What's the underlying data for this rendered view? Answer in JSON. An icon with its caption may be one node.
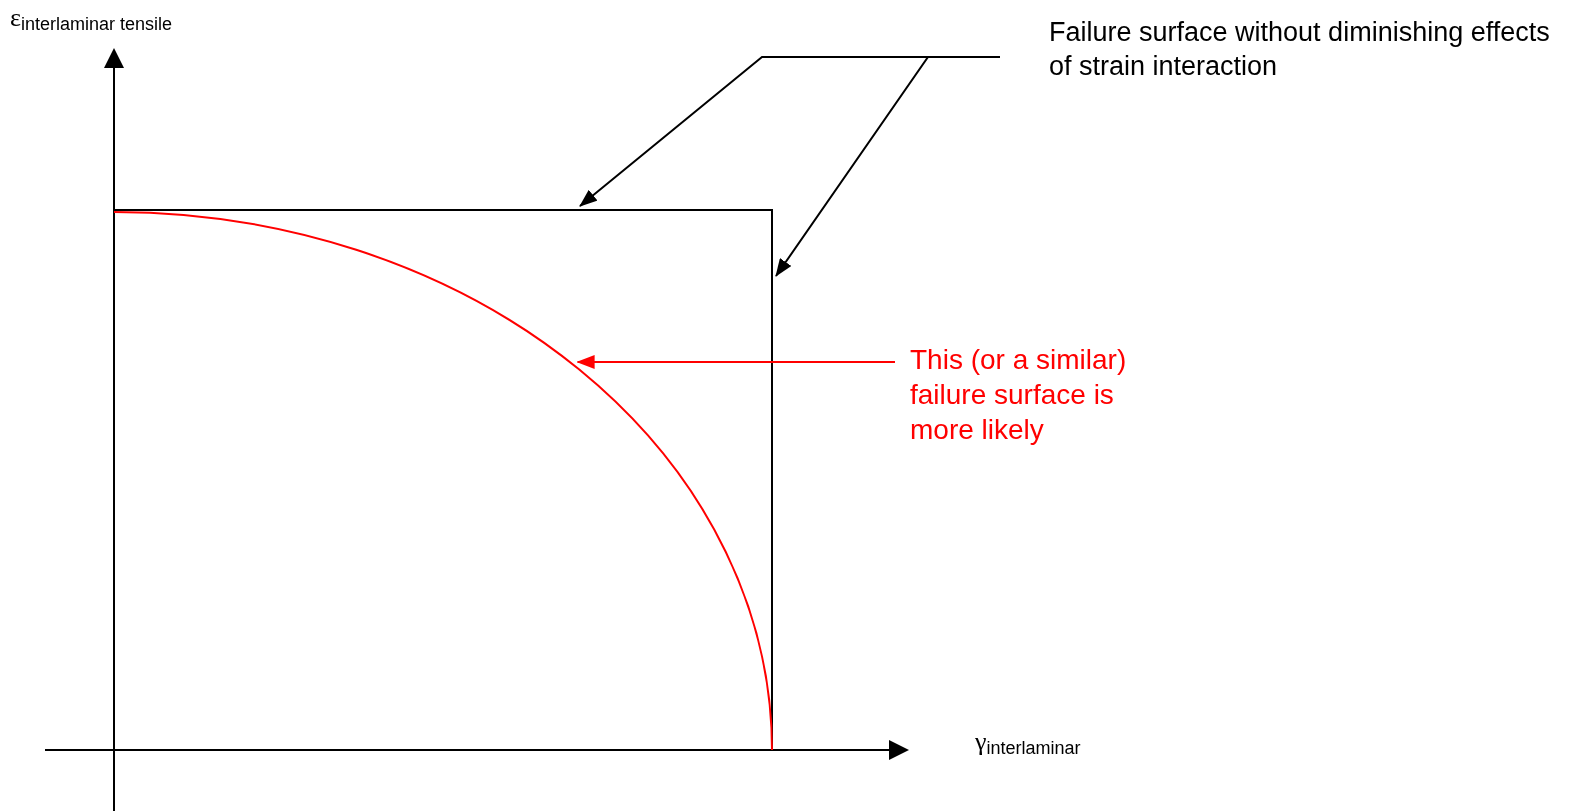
{
  "diagram": {
    "nodes": [
      {
        "text": [
          "Failure surface without diminishing effects of strain interaction"
        ]
      },
      {
        "text": [],
        "shape": "box"
      },
      {
        "text": [
          "This (or a similar) failure surface is more likely"
        ]
      },
      {
        "text": [],
        "shape": "curve"
      }
    ],
    "edges": [
      {
        "from": 0,
        "to": 1,
        "arrow": "to"
      },
      {
        "from": 0,
        "to": 1,
        "arrow": "to"
      },
      {
        "from": 2,
        "to": 3,
        "arrow": "to",
        "color": "#ff0000"
      }
    ],
    "labels": [
      "ε$_{interlaminar tensile}$",
      "γ$_{interlaminar}$"
    ]
  }
}
